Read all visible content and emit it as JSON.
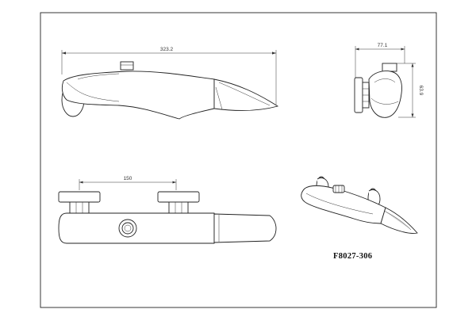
{
  "drawing": {
    "model_code": "F8027-306",
    "dimensions": {
      "side_length": "323.2",
      "end_width": "77.1",
      "end_height": "63.9",
      "inlet_spacing": "150"
    }
  }
}
